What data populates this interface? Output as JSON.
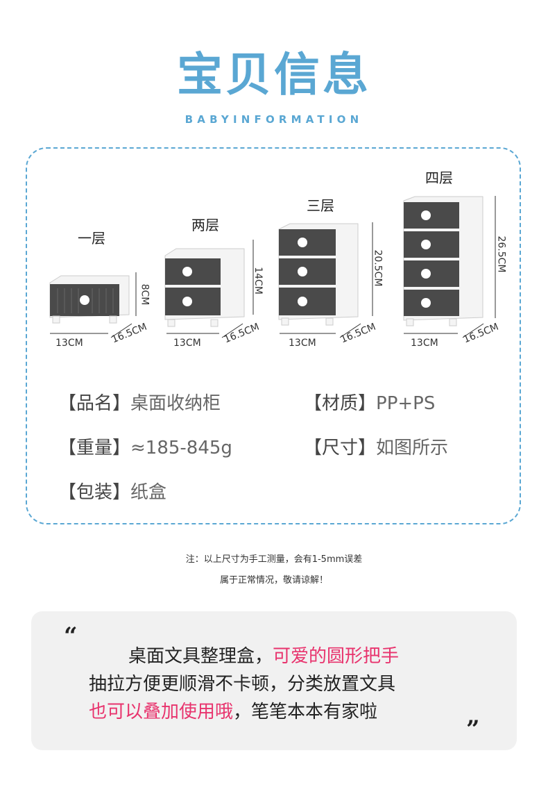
{
  "header": {
    "title": "宝贝信息",
    "subtitle": "BABYINFORMATION"
  },
  "cabinets": [
    {
      "label": "一层",
      "width": "13CM",
      "depth": "16.5CM",
      "height": "8CM",
      "drawers": 1
    },
    {
      "label": "两层",
      "width": "13CM",
      "depth": "16.5CM",
      "height": "14CM",
      "drawers": 2
    },
    {
      "label": "三层",
      "width": "13CM",
      "depth": "16.5CM",
      "height": "20.5CM",
      "drawers": 3
    },
    {
      "label": "四层",
      "width": "13CM",
      "depth": "16.5CM",
      "height": "26.5CM",
      "drawers": 4
    }
  ],
  "specs": {
    "name_key": "【品名】",
    "name_val": "桌面收纳柜",
    "material_key": "【材质】",
    "material_val": "PP+PS",
    "weight_key": "【重量】",
    "weight_val": "≈185-845g",
    "size_key": "【尺寸】",
    "size_val": "如图所示",
    "package_key": "【包装】",
    "package_val": "纸盒"
  },
  "note": {
    "line1": "注：以上尺寸为手工测量，会有1-5mm误差",
    "line2": "属于正常情况，敬请谅解！"
  },
  "quote": {
    "open_mark": "“",
    "close_mark": "”",
    "line1_a": "桌面文具整理盒，",
    "line1_b": "可爱的圆形把手",
    "line2": "抽拉方便更顺滑不卡顿，分类放置文具",
    "line3_a": "也可以叠加使用哦",
    "line3_b": "，笔笔本本有家啦"
  },
  "colors": {
    "accent": "#5aa7d3",
    "highlight": "#e8336d",
    "drawer": "#4a4a4a"
  }
}
